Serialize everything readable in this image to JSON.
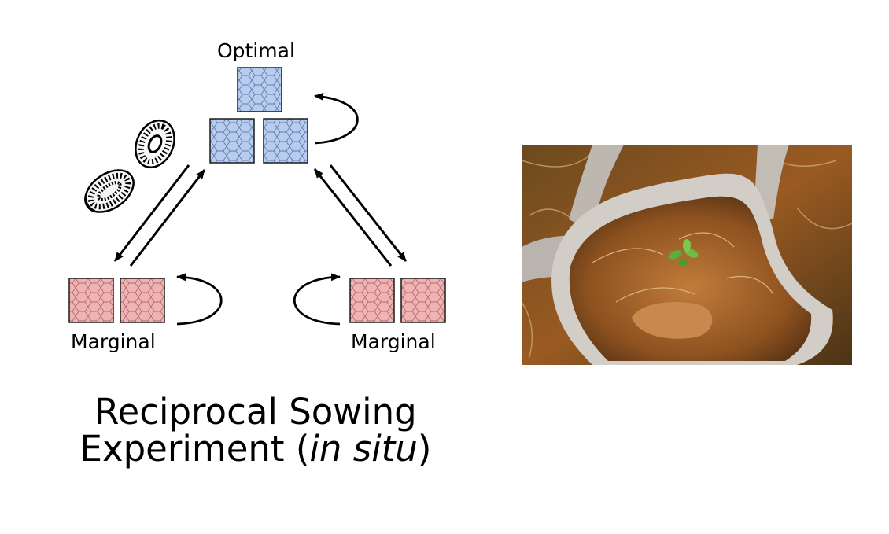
{
  "labels": {
    "optimal": "Optimal",
    "marginal_left": "Marginal",
    "marginal_right": "Marginal"
  },
  "title": {
    "line1": "Reciprocal Sowing",
    "line2_prefix": "Experiment (",
    "line2_italic": "in situ",
    "line2_suffix": ")"
  },
  "colors": {
    "optimal_fill": "#b8cdee",
    "marginal_fill": "#f0b3b3",
    "arrow": "#000000"
  },
  "icons": {
    "seeds": "seed-illustration",
    "photo": "seedling-in-felt-pot-photo"
  }
}
